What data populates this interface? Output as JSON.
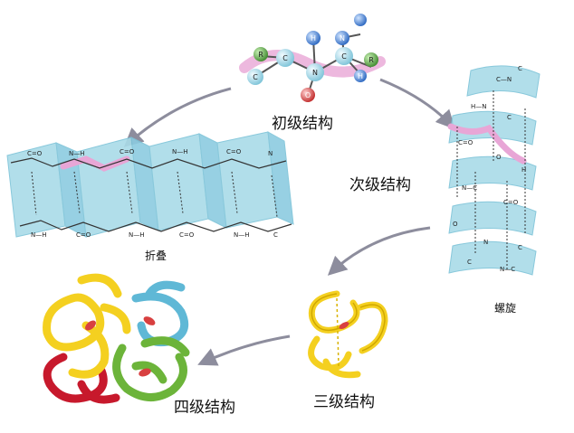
{
  "labels": {
    "primary": "初级结构",
    "secondary": "次级结构",
    "sheet": "折叠",
    "helix": "螺旋",
    "tertiary": "三级结构",
    "quaternary": "四级结构"
  },
  "atoms": {
    "R": "R",
    "H": "H",
    "C": "C",
    "N": "N",
    "O": "O"
  },
  "colors": {
    "ribbon": "#a9dbe8",
    "ribbon_edge": "#7cc3d8",
    "highlight": "#e8a6d6",
    "arrow": "#8d8d9d",
    "atom_r": "#4e9a3c",
    "atom_h": "#3b7fd0",
    "atom_c": "#9fd7e6",
    "atom_o": "#d43a3a",
    "yellow": "#f4d020",
    "red": "#c7192c",
    "green": "#6cb43a",
    "cyan": "#5fb8d6"
  }
}
